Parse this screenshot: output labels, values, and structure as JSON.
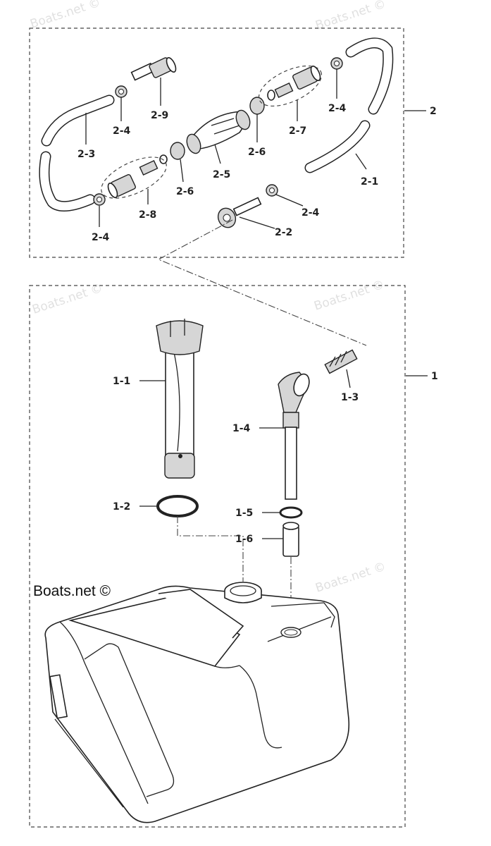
{
  "watermark": "Boats.net ©",
  "credit": "Boats.net ©",
  "groups": [
    {
      "id": "group-2",
      "label": "2"
    },
    {
      "id": "group-1",
      "label": "1"
    }
  ],
  "callouts": [
    {
      "id": "2-9",
      "label": "2-9"
    },
    {
      "id": "2-4a",
      "label": "2-4"
    },
    {
      "id": "2-3",
      "label": "2-3"
    },
    {
      "id": "2-5",
      "label": "2-5"
    },
    {
      "id": "2-6a",
      "label": "2-6"
    },
    {
      "id": "2-6b",
      "label": "2-6"
    },
    {
      "id": "2-7",
      "label": "2-7"
    },
    {
      "id": "2-4b",
      "label": "2-4"
    },
    {
      "id": "2-1",
      "label": "2-1"
    },
    {
      "id": "2-4c",
      "label": "2-4"
    },
    {
      "id": "2-2",
      "label": "2-2"
    },
    {
      "id": "2-8",
      "label": "2-8"
    },
    {
      "id": "2-4d",
      "label": "2-4"
    },
    {
      "id": "1-1",
      "label": "1-1"
    },
    {
      "id": "1-3",
      "label": "1-3"
    },
    {
      "id": "1-4",
      "label": "1-4"
    },
    {
      "id": "1-2",
      "label": "1-2"
    },
    {
      "id": "1-5",
      "label": "1-5"
    },
    {
      "id": "1-6",
      "label": "1-6"
    }
  ]
}
